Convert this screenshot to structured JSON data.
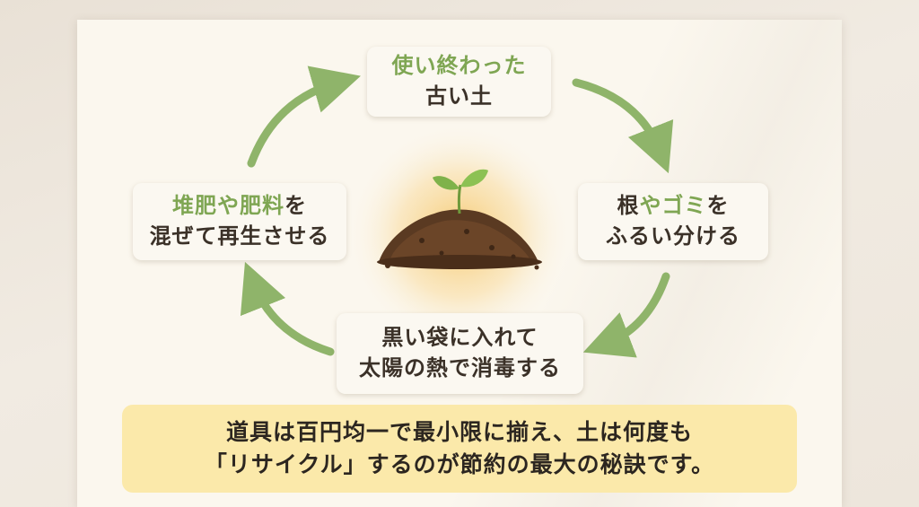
{
  "steps": {
    "top": {
      "line1": "使い終わった",
      "line2": "古い土"
    },
    "right": {
      "line1_a": "根",
      "line1_b": "や",
      "line1_c": "ゴミ",
      "line1_d": "を",
      "line2": "ふるい分ける"
    },
    "bottom": {
      "line1": "黒い袋に入れて",
      "line2": "太陽の熱で消毒する"
    },
    "left": {
      "line1_a": "堆肥",
      "line1_b": "や",
      "line1_c": "肥料",
      "line1_d": "を",
      "line2": "混ぜて再生させる"
    }
  },
  "summary": {
    "line1": "道具は百円均一で最小限に揃え、土は何度も",
    "line2": "「リサイクル」するのが節約の最大の秘訣です。"
  },
  "colors": {
    "accent_green": "#7fa653",
    "arrow_green": "#8fb46a",
    "summary_bg": "#fbe9aa",
    "soil": "#5a3a22",
    "glow": "#f6c15a"
  },
  "icons": [
    "sprout-icon",
    "soil-pile-icon",
    "cycle-arrow-icon"
  ]
}
